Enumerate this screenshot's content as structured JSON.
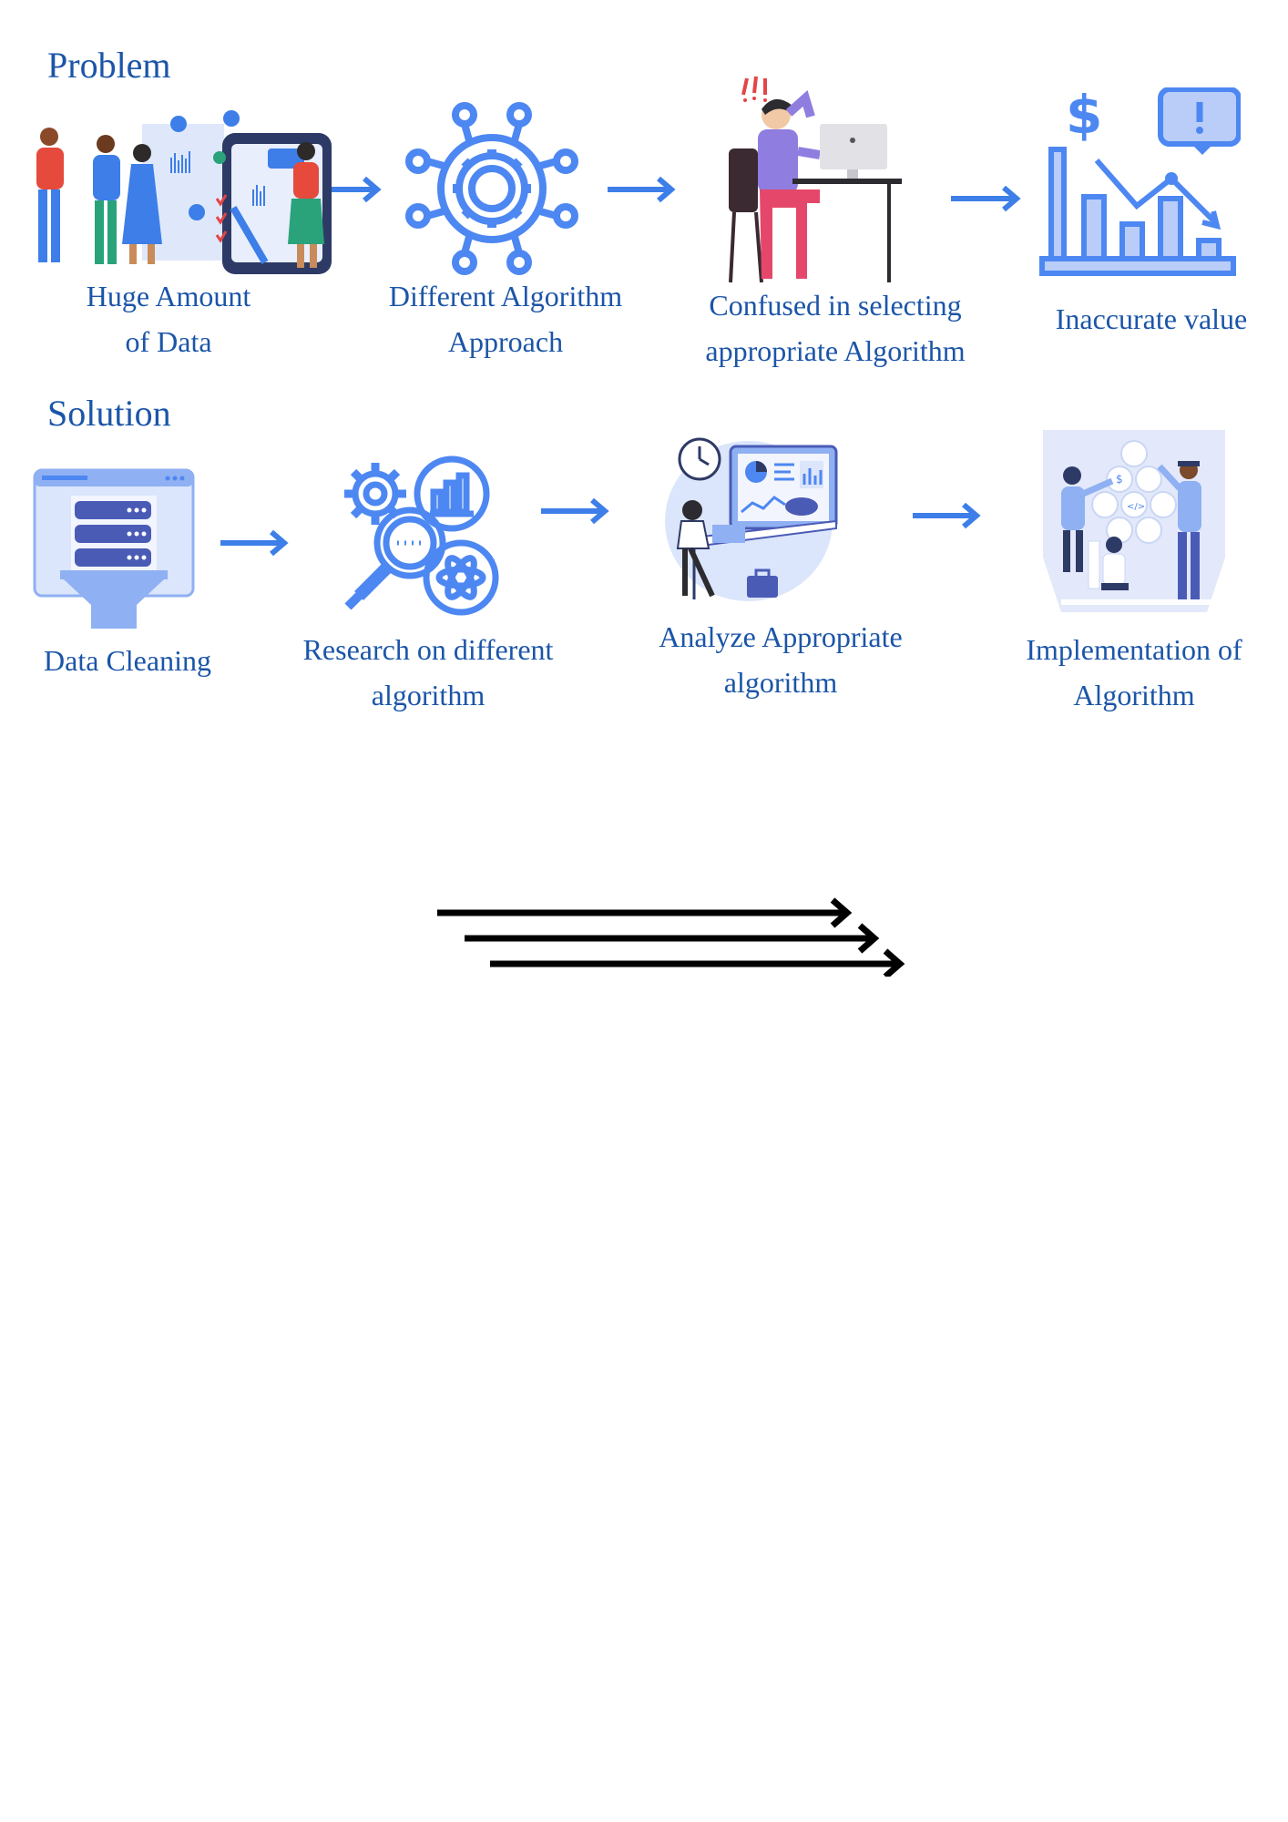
{
  "problem": {
    "title": "Problem",
    "steps": [
      {
        "line1": "Huge Amount",
        "line2": "of Data",
        "icon": "people-analyzing-data-illustration"
      },
      {
        "line1": "Different Algorithm",
        "line2": "Approach",
        "icon": "gear-network-icon"
      },
      {
        "line1": "Confused in selecting",
        "line2": "appropriate Algorithm",
        "icon": "confused-person-at-computer-illustration"
      },
      {
        "line1": "Inaccurate value",
        "line2": "",
        "icon": "declining-chart-icon"
      }
    ]
  },
  "solution": {
    "title": "Solution",
    "steps": [
      {
        "line1": "Data Cleaning",
        "line2": "",
        "icon": "data-funnel-icon"
      },
      {
        "line1": "Research on different",
        "line2": "algorithm",
        "icon": "research-gear-magnifier-icon"
      },
      {
        "line1": "Analyze Appropriate",
        "line2": "algorithm",
        "icon": "analyst-dashboard-illustration"
      },
      {
        "line1": "Implementation of",
        "line2": "Algorithm",
        "icon": "team-building-solution-illustration"
      }
    ]
  },
  "colors": {
    "text": "#1b55a8",
    "arrow": "#3d7ee8",
    "icon": "#4d87f2",
    "icon_light": "#b9cdf8",
    "black_arrows": "#000000"
  }
}
